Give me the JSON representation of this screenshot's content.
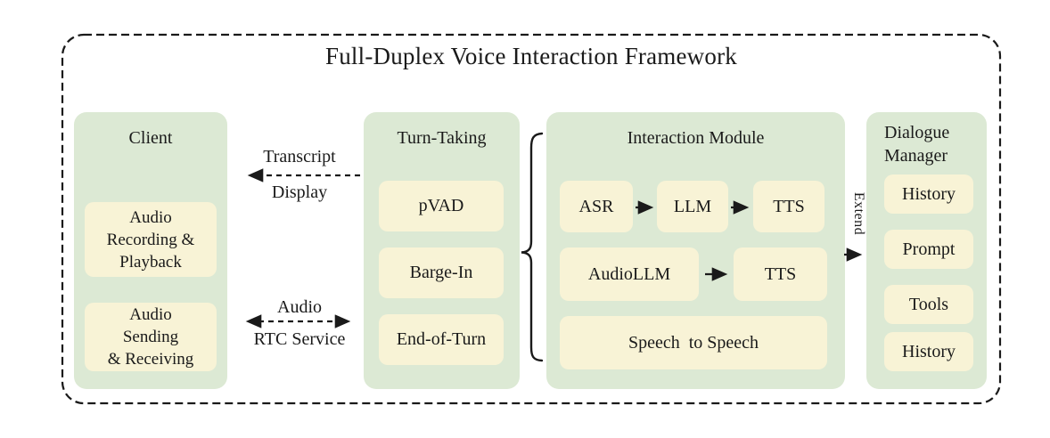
{
  "title": "Full-Duplex Voice Interaction Framework",
  "colors": {
    "panel_green": "#dce9d4",
    "box_yellow": "#f8f3d6",
    "ink": "#1a1a1a"
  },
  "client": {
    "label": "Client",
    "recording_box": {
      "line1": "Audio",
      "line2": "Recording &",
      "line3": "Playback"
    },
    "sending_box": {
      "line1": "Audio",
      "line2": "Sending",
      "line3": "& Receiving"
    }
  },
  "links": {
    "transcript_label": "Transcript",
    "display_label": "Display",
    "audio_label": "Audio",
    "rtc_label": "RTC Service",
    "extend_label": "Extend"
  },
  "turn_taking": {
    "label": "Turn-Taking",
    "boxes": [
      "pVAD",
      "Barge-In",
      "End-of-Turn"
    ]
  },
  "interaction": {
    "label": "Interaction Module",
    "row1": [
      "ASR",
      "LLM",
      "TTS"
    ],
    "row2": [
      "AudioLLM",
      "TTS"
    ],
    "row3": "Speech  to Speech"
  },
  "dialogue": {
    "label_line1": "Dialogue",
    "label_line2": "Manager",
    "boxes": [
      "History",
      "Prompt",
      "Tools",
      "History"
    ]
  }
}
